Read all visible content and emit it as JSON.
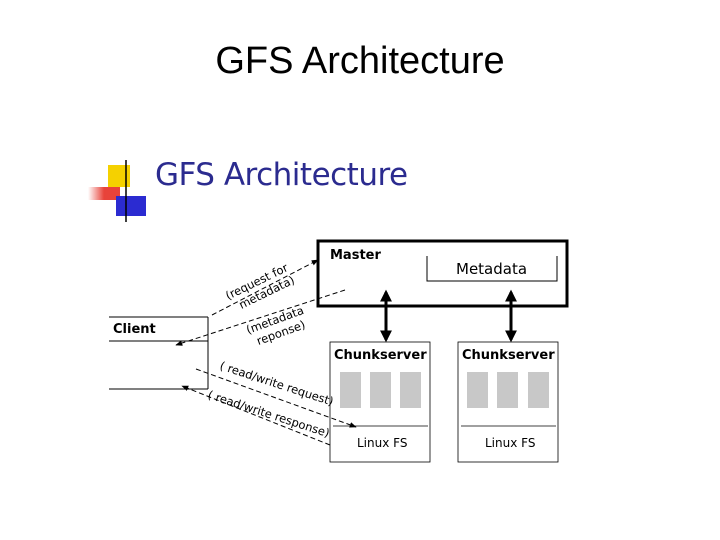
{
  "slide": {
    "title": "GFS Architecture"
  },
  "figure": {
    "title": "GFS Architecture",
    "master_label": "Master",
    "metadata_label": "Metadata",
    "client_label": "Client",
    "chunkserver_label": "Chunkserver",
    "linuxfs_label": "Linux FS",
    "request_metadata": [
      "(request for",
      "metadata)"
    ],
    "metadata_response": [
      "(metadata",
      "reponse)"
    ],
    "rw_request": "( read/write request)",
    "rw_response": "( read/write response)"
  },
  "colors": {
    "title_blue": "#2b2b8f",
    "accent_yellow": "#f5d100",
    "accent_red": "#e8433a",
    "accent_blue": "#2b2bd1",
    "chunk_gray": "#c8c8c8"
  }
}
